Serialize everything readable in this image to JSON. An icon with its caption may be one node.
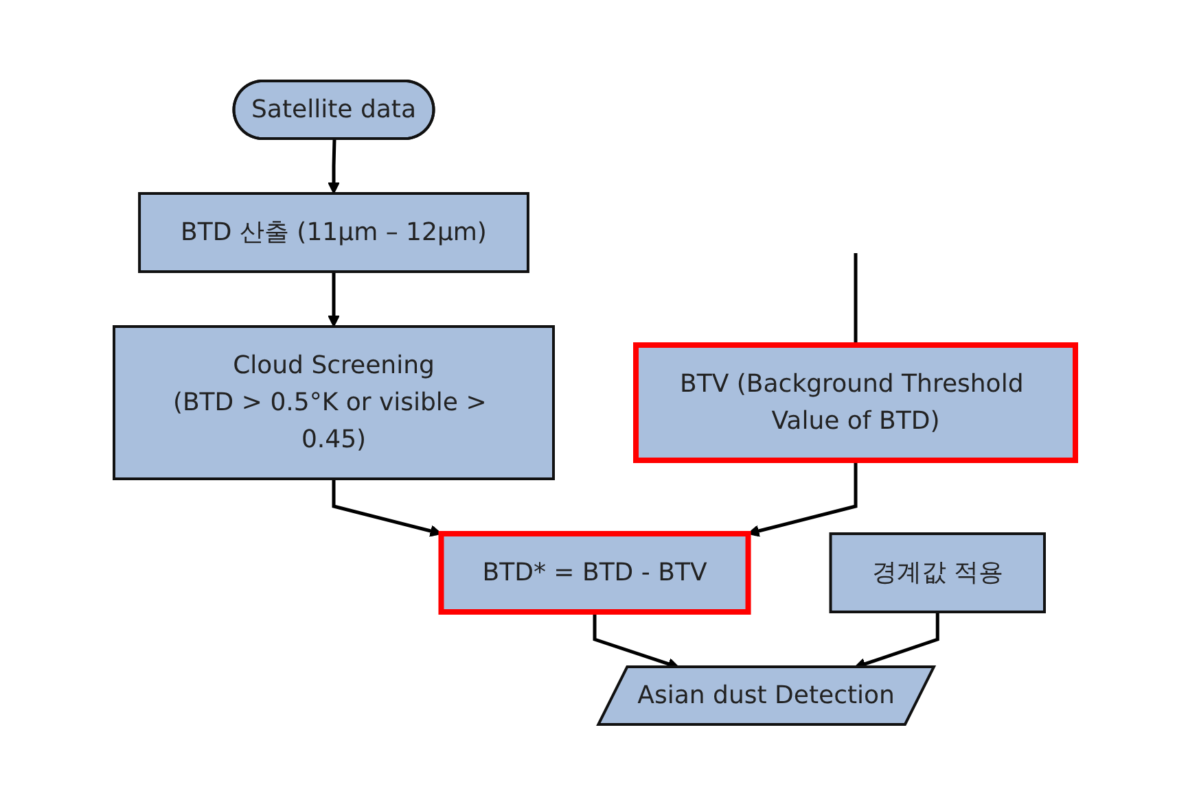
{
  "diagram": {
    "nodes": [
      {
        "text": [
          "Satellite data"
        ]
      },
      {
        "text": [
          "BTD 산출 (11μm – 12μm)"
        ]
      },
      {
        "text": [
          "Cloud Screening",
          "(BTD > 0.5°K or visible > 0.45)"
        ]
      },
      {
        "text": [
          "BTV (Background Threshold Value of BTD)"
        ]
      },
      {
        "text": [
          "BTD* = BTD - BTV"
        ]
      },
      {
        "text": [
          "경계값 적용"
        ]
      },
      {
        "text": [
          "Asian dust Detection"
        ]
      }
    ],
    "edges": [
      {
        "from": 0,
        "to": 1,
        "arrow": "to"
      },
      {
        "from": 1,
        "to": 2,
        "arrow": "to"
      },
      {
        "from": 2,
        "to": 4,
        "arrow": "to"
      },
      {
        "from": 3,
        "to": 4,
        "arrow": "to"
      },
      {
        "from": null,
        "to": 3,
        "arrow": "none"
      },
      {
        "from": 4,
        "to": 6,
        "arrow": "to"
      },
      {
        "from": 5,
        "to": 6,
        "arrow": "to"
      }
    ]
  }
}
